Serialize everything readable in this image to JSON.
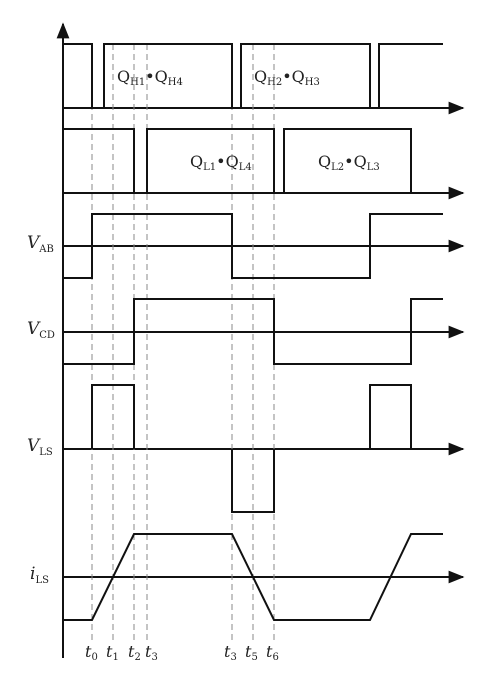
{
  "rows": {
    "qh": {
      "label": "Q",
      "sub1": "H1",
      "mid": "•Q",
      "sub2": "H4",
      "label2": "Q",
      "sub3": "H2",
      "mid2": "•Q",
      "sub4": "H3"
    },
    "ql": {
      "label": "Q",
      "sub1": "L1",
      "mid": "•Q",
      "sub2": "L4",
      "label2": "Q",
      "sub3": "L2",
      "mid2": "•Q",
      "sub4": "L3"
    },
    "vab": {
      "main": "V",
      "sub": "AB"
    },
    "vcd": {
      "main": "V",
      "sub": "CD"
    },
    "vls": {
      "main": "V",
      "sub": "LS"
    },
    "ils": {
      "main": "i",
      "sub": "LS"
    }
  },
  "time_labels": [
    {
      "t": "t",
      "s": "0"
    },
    {
      "t": "t",
      "s": "1"
    },
    {
      "t": "t",
      "s": "2"
    },
    {
      "t": "t",
      "s": "3"
    },
    {
      "t": "t",
      "s": "3"
    },
    {
      "t": "t",
      "s": "5"
    },
    {
      "t": "t",
      "s": "6"
    }
  ]
}
